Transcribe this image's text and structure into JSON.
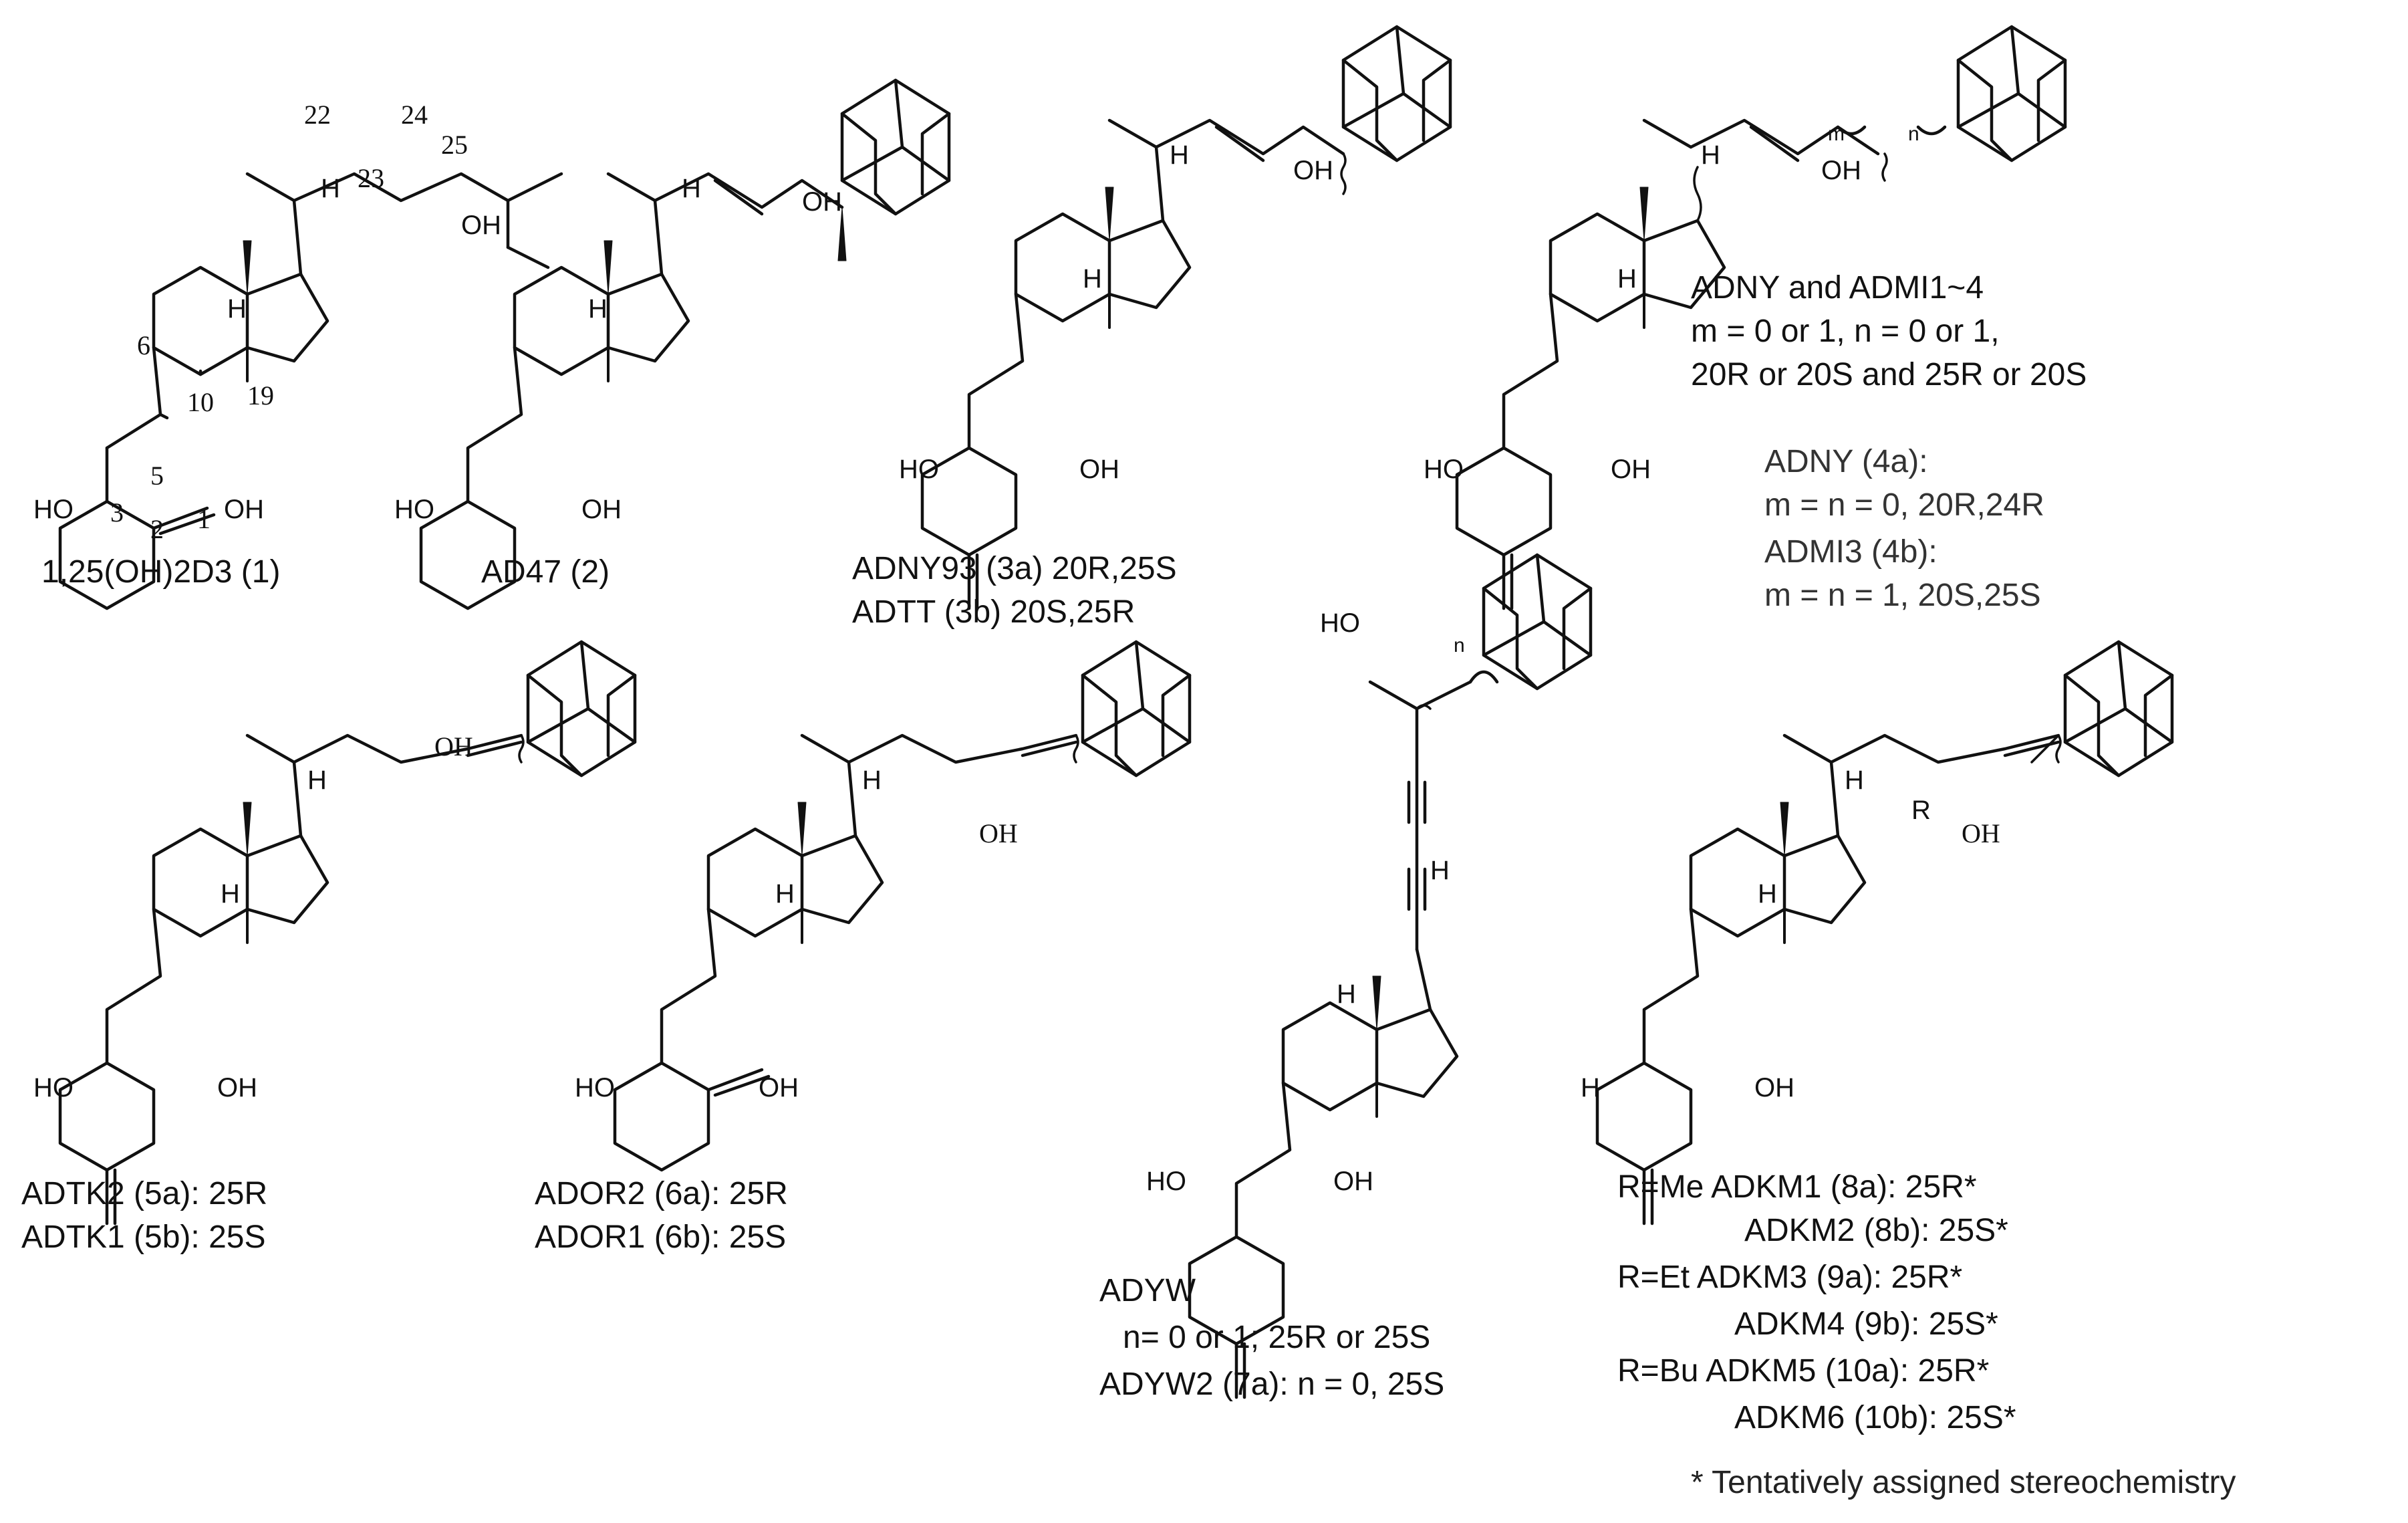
{
  "atoms": {
    "oh": "OH",
    "ho": "HO",
    "h": "H",
    "r": "R",
    "m": "m",
    "n": "n"
  },
  "numbering": [
    "22",
    "24",
    "25",
    "23",
    "6",
    "10",
    "19",
    "5",
    "3",
    "2",
    "1"
  ],
  "compounds": [
    {
      "id": "1",
      "label": "1,25(OH)2D3 (1)"
    },
    {
      "id": "2",
      "label": "AD47 (2)"
    },
    {
      "id": "3",
      "label_a": "ADNY93 (3a) 20R,25S",
      "label_b": "ADTT (3b) 20S,25R"
    },
    {
      "id": "4",
      "header_lines": [
        "ADNY and ADMI1~4",
        "m = 0 or 1, n = 0 or 1,",
        "20R or 20S and 25R or 20S"
      ],
      "detail_lines": [
        "ADNY (4a):",
        "m = n = 0, 20R,24R",
        "ADMI3 (4b):",
        "m = n = 1, 20S,25S"
      ]
    },
    {
      "id": "5",
      "lines": [
        "ADTK2 (5a): 25R",
        "ADTK1 (5b): 25S"
      ]
    },
    {
      "id": "6",
      "lines": [
        "ADOR2 (6a): 25R",
        "ADOR1 (6b): 25S"
      ]
    },
    {
      "id": "7",
      "lines": [
        "ADYW",
        "n= 0 or 1; 25R or 25S",
        "ADYW2 (7a): n = 0, 25S"
      ]
    },
    {
      "id": "8-10",
      "lines": [
        "R=Me ADKM1 (8a): 25R*",
        "ADKM2 (8b): 25S*",
        "R=Et ADKM3 (9a): 25R*",
        "ADKM4 (9b): 25S*",
        "R=Bu ADKM5 (10a): 25R*",
        "ADKM6 (10b): 25S*"
      ]
    }
  ],
  "footnote": "* Tentatively assigned stereochemistry"
}
